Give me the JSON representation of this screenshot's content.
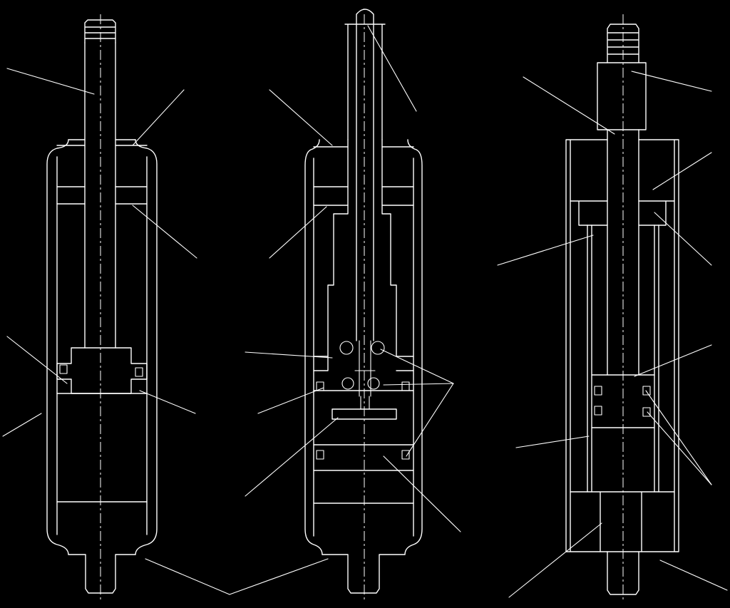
{
  "figure": {
    "background_color": "#000000",
    "line_color": "#ffffff",
    "panels": [
      {
        "id": "left-shock-absorber",
        "callout_count": 7
      },
      {
        "id": "middle-shock-absorber",
        "callout_count": 8
      },
      {
        "id": "right-shock-absorber",
        "callout_count": 10
      }
    ]
  }
}
